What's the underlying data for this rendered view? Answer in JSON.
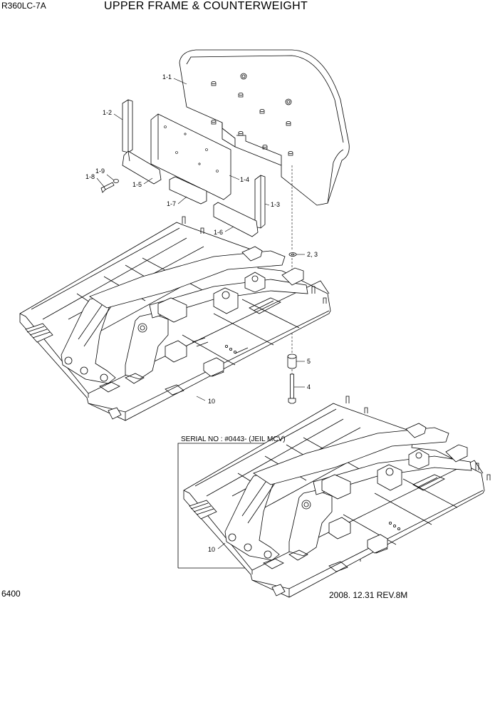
{
  "header": {
    "model": "R360LC-7A",
    "title": "UPPER FRAME & COUNTERWEIGHT"
  },
  "footer": {
    "page_number": "6400",
    "date_revision": "2008. 12.31  REV.8M"
  },
  "serial_note": "SERIAL NO : #0443- (JEIL MCV)",
  "callouts": {
    "p1_1": "1-1",
    "p1_2": "1-2",
    "p1_3": "1-3",
    "p1_4": "1-4",
    "p1_5": "1-5",
    "p1_6": "1-6",
    "p1_7": "1-7",
    "p1_8": "1-8",
    "p1_9": "1-9",
    "p2_3": "2, 3",
    "p4": "4",
    "p5": "5",
    "p10_top": "10",
    "p10_bottom": "10"
  }
}
